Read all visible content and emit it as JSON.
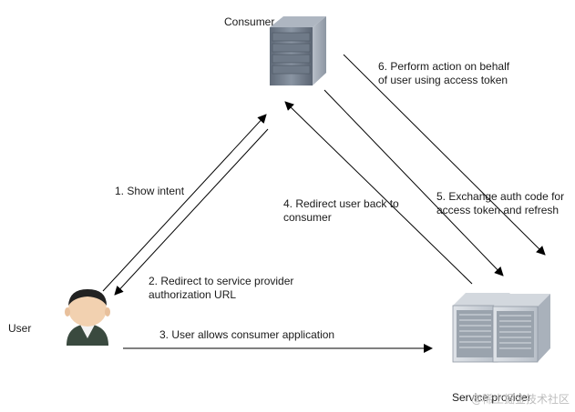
{
  "nodes": {
    "consumer": "Consumer",
    "user": "User",
    "service_provider": "Service provider"
  },
  "steps": {
    "step1": "1. Show intent",
    "step2_line1": "2. Redirect to service provider",
    "step2_line2": "authorization URL",
    "step3": "3. User allows consumer application",
    "step4_line1": "4. Redirect user back to",
    "step4_line2": "consumer",
    "step5_line1": "5. Exchange auth code for",
    "step5_line2": "access token and refresh",
    "step6_line1": "6. Perform action on behalf",
    "step6_line2": "of user using access token"
  },
  "watermark": "@稀土掘金技术社区",
  "icons": {
    "consumer": "server-icon",
    "user": "person-icon",
    "service_provider": "server-rack-icon"
  }
}
